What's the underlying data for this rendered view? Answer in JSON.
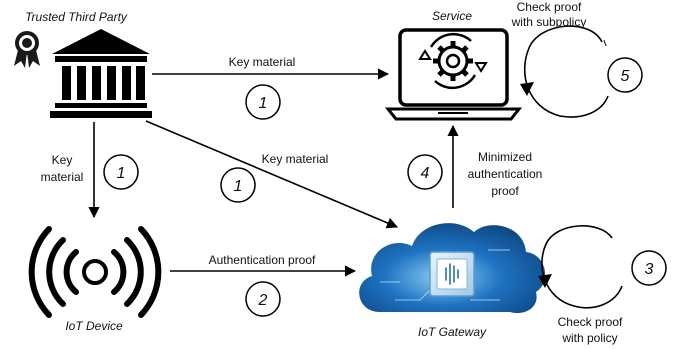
{
  "actors": {
    "ttp": {
      "name": "Trusted Third Party",
      "icon": "bank-building-icon",
      "badge": "award-seal-icon"
    },
    "service": {
      "name": "Service",
      "icon": "laptop-gear-icon"
    },
    "iot_device": {
      "name": "IoT Device",
      "icon": "wireless-signal-icon"
    },
    "iot_gateway": {
      "name": "IoT Gateway",
      "icon": "cloud-chip-icon"
    }
  },
  "flows": {
    "ttp_to_service": {
      "label": "Key material",
      "step": "1"
    },
    "ttp_to_device": {
      "label_line1": "Key",
      "label_line2": "material",
      "step": "1"
    },
    "ttp_to_gateway": {
      "label": "Key material",
      "step": "1"
    },
    "device_to_gateway": {
      "label": "Authentication proof",
      "step": "2"
    },
    "gateway_self": {
      "label_line1": "Check proof",
      "label_line2": "with policy",
      "step": "3"
    },
    "gateway_to_service": {
      "label_line1": "Minimized",
      "label_line2": "authentication",
      "label_line3": "proof",
      "step": "4"
    },
    "service_self": {
      "label_line1": "Check proof",
      "label_line2": "with subpolicy",
      "step": "5"
    }
  },
  "colors": {
    "stroke": "#000000",
    "cloud_dark": "#0b3f78",
    "cloud_mid": "#1e73c2",
    "cloud_light": "#8ed0f5",
    "seal_dark": "#1a1a1a"
  }
}
